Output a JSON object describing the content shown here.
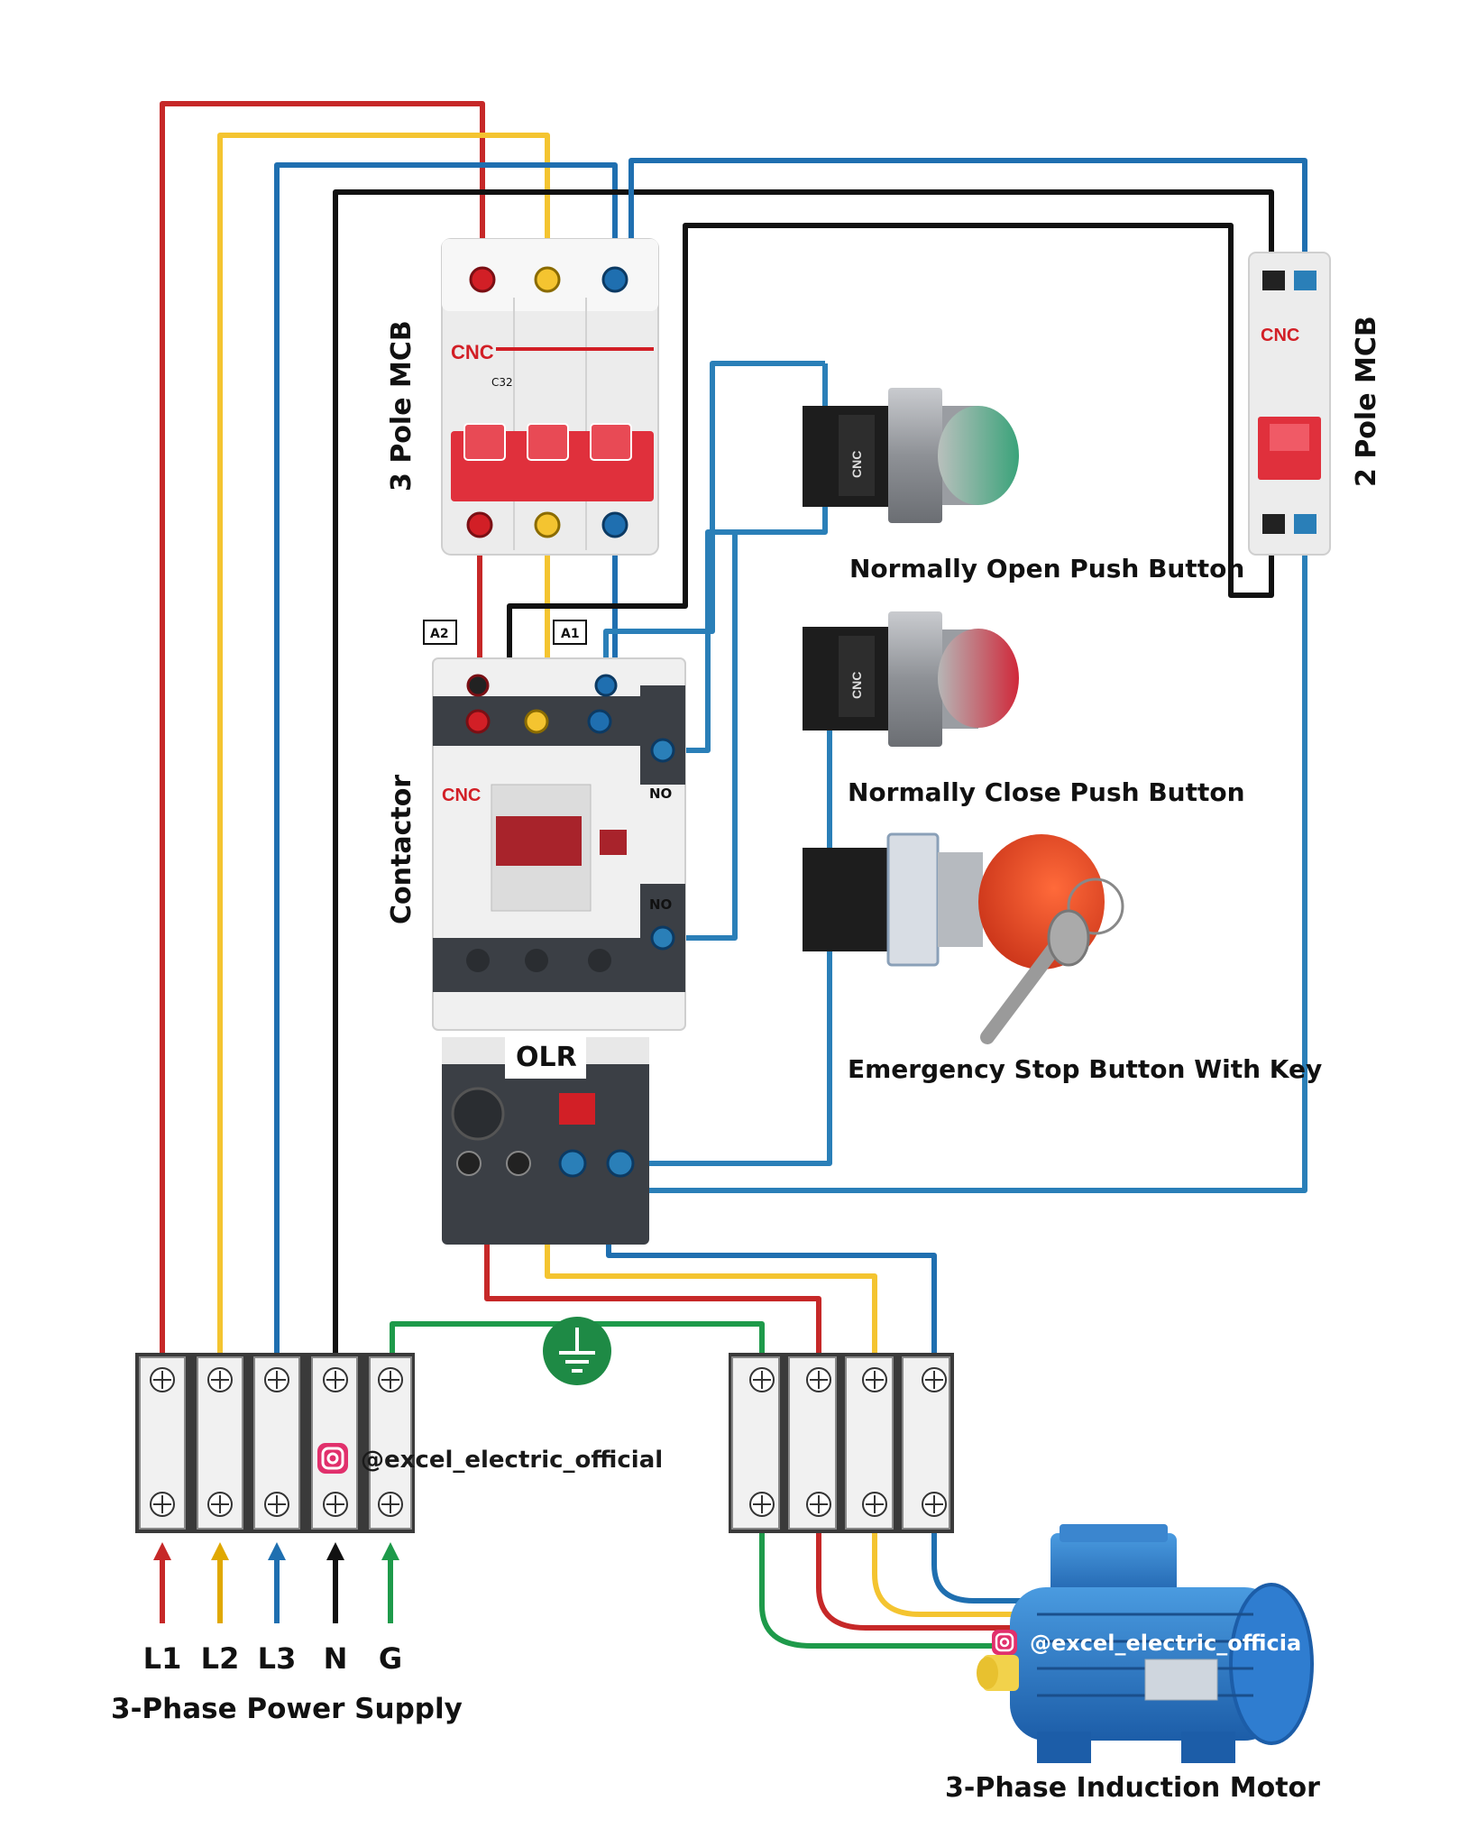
{
  "components": {
    "mcb3": {
      "label": "3 Pole MCB",
      "brand": "CNC",
      "model": "C32"
    },
    "mcb2": {
      "label": "2 Pole MCB",
      "brand": "CNC"
    },
    "contactor": {
      "label": "Contactor",
      "brand": "CNC",
      "a2": "A2",
      "a1": "A1",
      "no_upper": "NO",
      "no_lower": "NO"
    },
    "olr": {
      "label": "OLR"
    },
    "no_button": {
      "label": "Normally Open Push Button",
      "brand": "CNC"
    },
    "nc_button": {
      "label": "Normally Close Push Button",
      "brand": "CNC"
    },
    "estop": {
      "label": "Emergency Stop Button With Key"
    },
    "motor": {
      "label": "3-Phase Induction Motor"
    }
  },
  "supply": {
    "title": "3-Phase Power Supply",
    "lines": [
      "L1",
      "L2",
      "L3",
      "N",
      "G"
    ]
  },
  "watermark": "@excel_electric_official",
  "watermark_motor": "@excel_electric_officia",
  "wire_colors": {
    "L1": "#c62828",
    "L2": "#f4c430",
    "L3": "#1f6fb0",
    "N": "#111111",
    "G": "#1e9a4a",
    "control": "#2a7fb8"
  }
}
